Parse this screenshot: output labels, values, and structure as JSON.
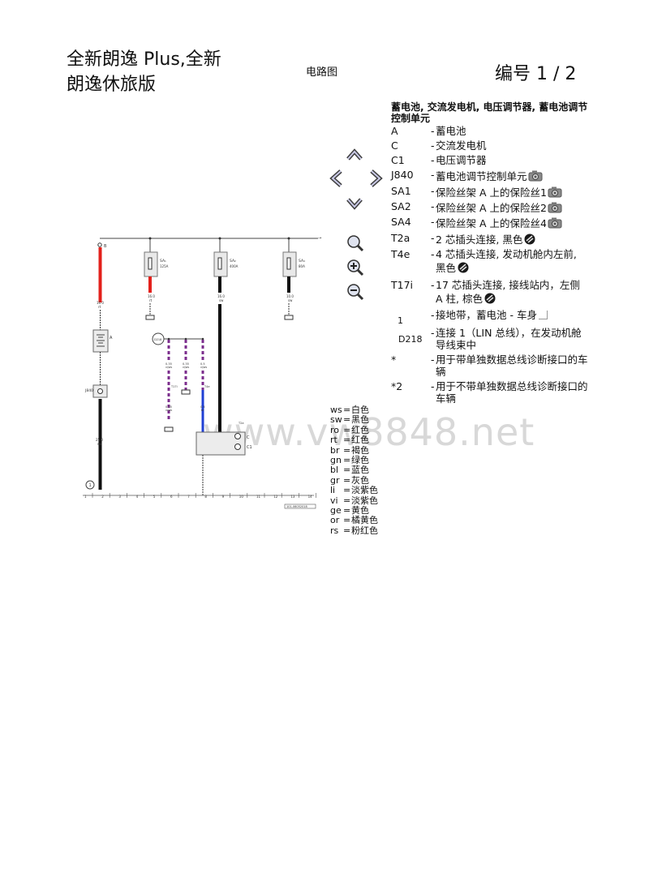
{
  "header": {
    "title_line1": "全新朗逸 Plus,全新",
    "title_line2": "朗逸休旅版",
    "subtitle": "电路图",
    "page_label": "编号  1 / 2"
  },
  "legend": {
    "title": "蓄电池, 交流发电机, 电压调节器, 蓄电池调节控制单元",
    "items": [
      {
        "code": "A",
        "desc": "蓄电池"
      },
      {
        "code": "C",
        "desc": "交流发电机"
      },
      {
        "code": "C1",
        "desc": "电压调节器"
      },
      {
        "code": "J840",
        "desc": "蓄电池调节控制单元",
        "icon": "camera-icon"
      },
      {
        "code": "SA1",
        "desc": "保险丝架 A 上的保险丝1",
        "icon": "camera-icon"
      },
      {
        "code": "SA2",
        "desc": "保险丝架 A 上的保险丝2",
        "icon": "camera-icon"
      },
      {
        "code": "SA4",
        "desc": "保险丝架 A 上的保险丝4",
        "icon": "camera-icon"
      },
      {
        "code": "T2a",
        "desc": "2 芯插头连接, 黑色",
        "icon": "connector-icon"
      },
      {
        "code": "T4e",
        "desc": "4 芯插头连接, 发动机舱内左前, 黑色",
        "icon": "connector-icon"
      },
      {
        "code": "T17i",
        "desc": "17 芯插头连接, 接线站内，左侧 A 柱, 棕色",
        "icon": "connector-icon"
      },
      {
        "code": "1",
        "desc": "接地带，蓄电池 - 车身"
      },
      {
        "code": "D218",
        "desc": "连接 1（LIN 总线），在发动机舱导线束中"
      },
      {
        "code": "*",
        "desc": "用于带单独数据总线诊断接口的车辆"
      },
      {
        "code": "*2",
        "desc": "用于不带单独数据总线诊断接口的车辆"
      }
    ]
  },
  "wire_colors": [
    {
      "code": "ws",
      "name": "白色"
    },
    {
      "code": "sw",
      "name": "黑色"
    },
    {
      "code": "ro",
      "name": "红色"
    },
    {
      "code": "rt",
      "name": "红色"
    },
    {
      "code": "br",
      "name": "褐色"
    },
    {
      "code": "gn",
      "name": "绿色"
    },
    {
      "code": "bl",
      "name": "蓝色"
    },
    {
      "code": "gr",
      "name": "灰色"
    },
    {
      "code": "li",
      "name": "淡紫色"
    },
    {
      "code": "vi",
      "name": "淡紫色"
    },
    {
      "code": "ge",
      "name": "黄色"
    },
    {
      "code": "or",
      "name": "橘黄色"
    },
    {
      "code": "rs",
      "name": "粉红色"
    }
  ],
  "watermark": "www.vw8848.net",
  "nav_icons": [
    "chevron-up-icon",
    "chevron-left-icon",
    "chevron-right-icon",
    "chevron-down-icon",
    "zoom-fit-icon",
    "zoom-in-icon",
    "zoom-out-icon"
  ],
  "diagram": {
    "label_B": "B",
    "fuses": [
      {
        "name": "SA₁",
        "rating": "125A",
        "wire_size": "16.0",
        "wire_color": "rt"
      },
      {
        "name": "SA₂",
        "rating": "400A",
        "wire_size": "16.0",
        "wire_color": "sw"
      },
      {
        "name": "SA₄",
        "rating": "80A",
        "wire_size": "10.0",
        "wire_color": "sw"
      }
    ],
    "battery_wire": {
      "size": "16.0",
      "color": "rt"
    },
    "ground_wire": {
      "size": "25.0",
      "color": "sw"
    },
    "lin_wires": [
      {
        "size": "0.35",
        "color": "vi/ws"
      },
      {
        "size": "0.35",
        "color": "vi/ws"
      },
      {
        "size": "0.5",
        "color": "vi/ws"
      },
      {
        "size": "0.35",
        "color": "vi/ws"
      },
      {
        "size": "0.5",
        "color": "bl"
      }
    ],
    "labels": {
      "A": "A",
      "J840": "J840",
      "D218": "D218",
      "ground": "1",
      "C": "C",
      "C1": "C1",
      "T4e": "T4e",
      "T2a": "T2a",
      "T17i": "T17i"
    },
    "ruler": [
      "1",
      "2",
      "3",
      "4",
      "5",
      "6",
      "7",
      "8",
      "9",
      "10",
      "11",
      "12",
      "13",
      "14"
    ],
    "doc_code": "101-06052018"
  }
}
